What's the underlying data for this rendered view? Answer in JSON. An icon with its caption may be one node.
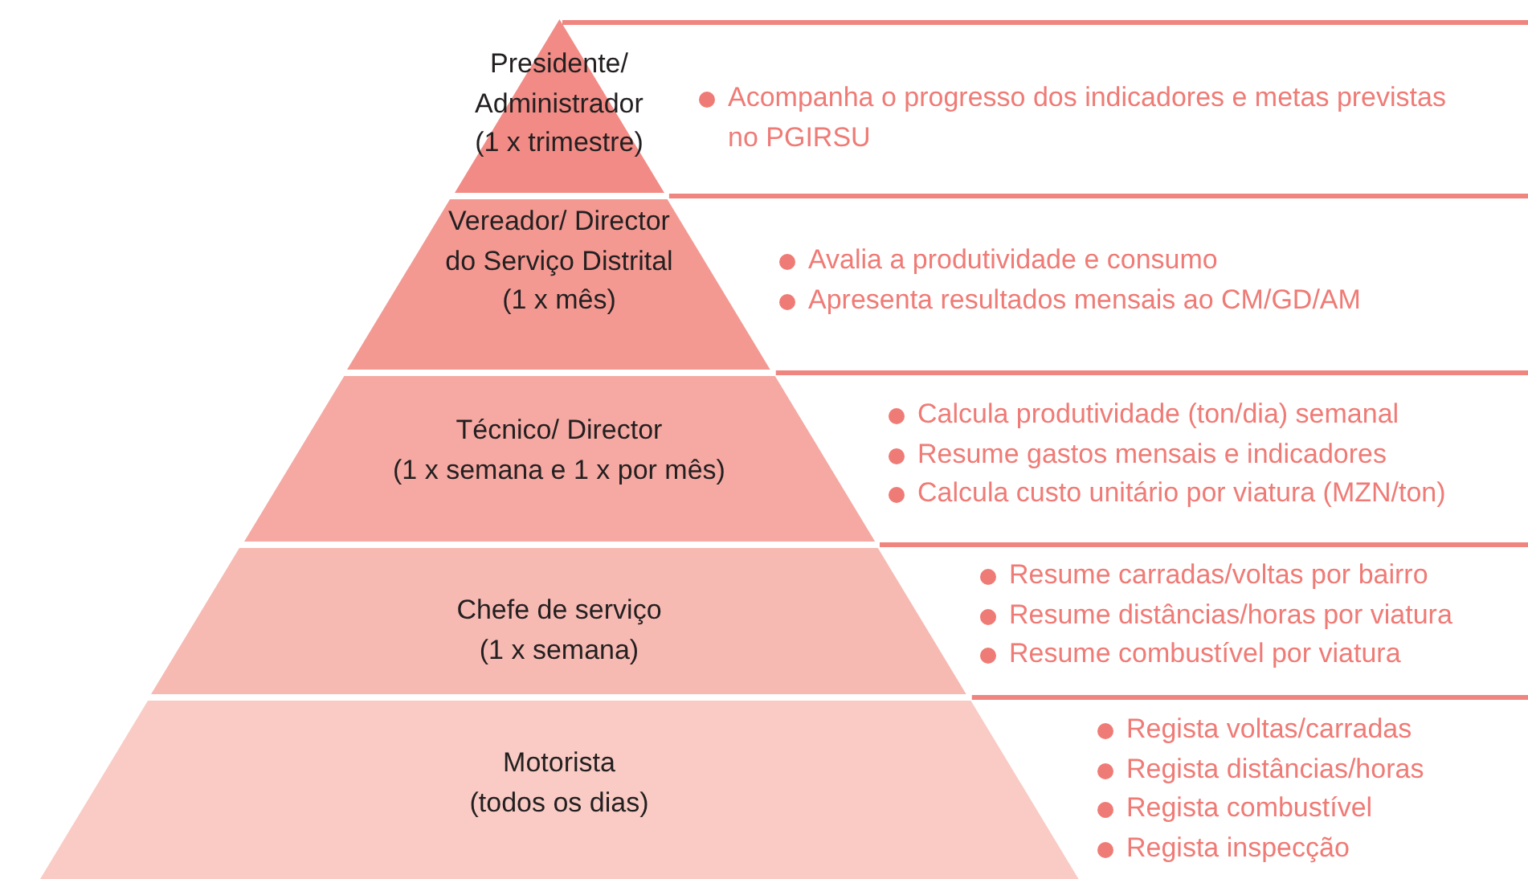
{
  "diagram": {
    "nodes": [
      {
        "text": [
          "Presidente/ Administrador",
          "(1 x trimestre)"
        ],
        "beside": [
          "Acompanha o progresso dos indicadores e metas previstas no PGIRSU"
        ]
      },
      {
        "text": [
          "Vereador/ Director do Serviço Distrital",
          "(1 x mês)"
        ],
        "beside": [
          "Avalia a produtividade e consumo",
          "Apresenta resultados mensais ao CM/GD/AM"
        ]
      },
      {
        "text": [
          "Técnico/ Director",
          "(1 x semana e 1 x por mês)"
        ],
        "beside": [
          "Calcula produtividade (ton/dia) semanal",
          "Resume gastos mensais e indicadores",
          "Calcula custo unitário por viatura (MZN/ton)"
        ]
      },
      {
        "text": [
          "Chefe de serviço",
          "(1 x semana)"
        ],
        "beside": [
          "Resume carradas/voltas por bairro",
          "Resume distâncias/horas por viatura",
          "Resume combustível por viatura"
        ]
      },
      {
        "text": [
          "Motorista",
          "(todos os dias)"
        ],
        "beside": [
          "Regista voltas/carradas",
          "Regista distâncias/horas",
          "Regista combustível",
          "Regista inspecção"
        ]
      }
    ]
  }
}
